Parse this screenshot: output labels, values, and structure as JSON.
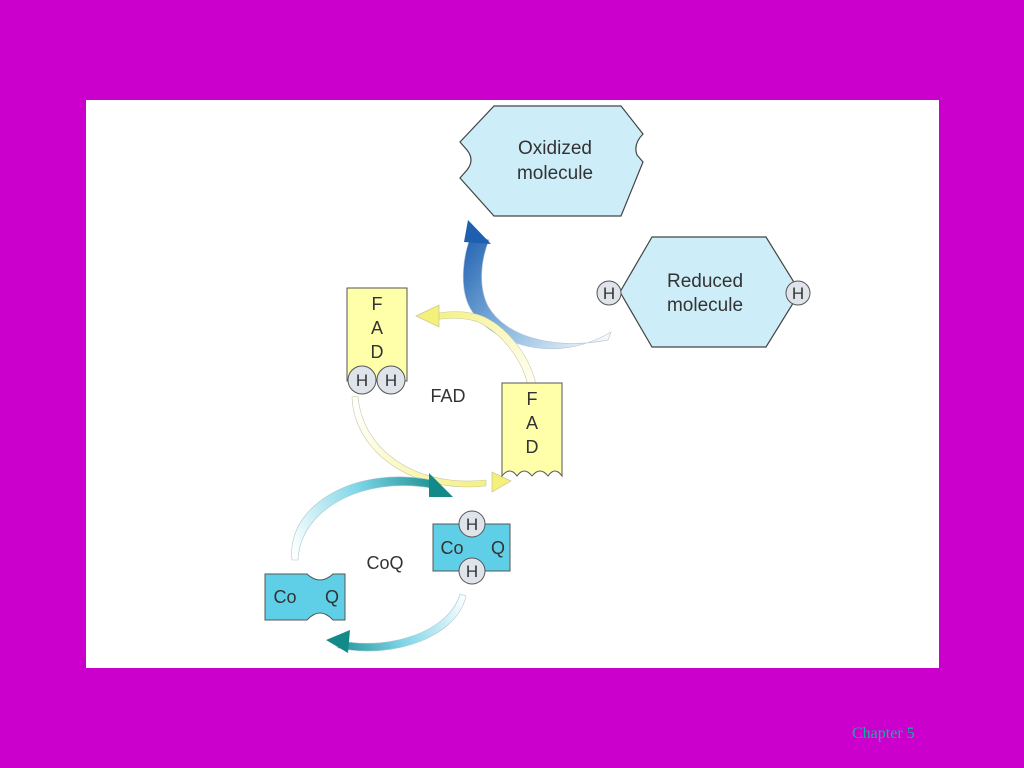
{
  "oxidized": {
    "line1": "Oxidized",
    "line2": "molecule"
  },
  "reduced": {
    "line1": "Reduced",
    "line2": "molecule",
    "h": "H"
  },
  "fadh2": {
    "f": "F",
    "a": "A",
    "d": "D",
    "h": "H"
  },
  "fad": {
    "label": "FAD",
    "f": "F",
    "a": "A",
    "d": "D"
  },
  "coq": {
    "label": "CoQ",
    "co": "Co",
    "q": "Q",
    "reduced_co": "Co",
    "reduced_q": "Q",
    "h": "H"
  },
  "footer": {
    "chapter": "Chapter 5"
  },
  "colors": {
    "background": "#cc00cc",
    "panel": "#ffffff",
    "molecule_fill": "#cdeef8",
    "fad_fill": "#ffffaa",
    "coq_fill": "#5fcfe8",
    "h_fill": "#dfe4ea",
    "arrow_blue": "#1f5fb0",
    "arrow_yellow": "#f4f07a",
    "arrow_teal": "#138a8a",
    "footer_text": "#00bb99"
  }
}
